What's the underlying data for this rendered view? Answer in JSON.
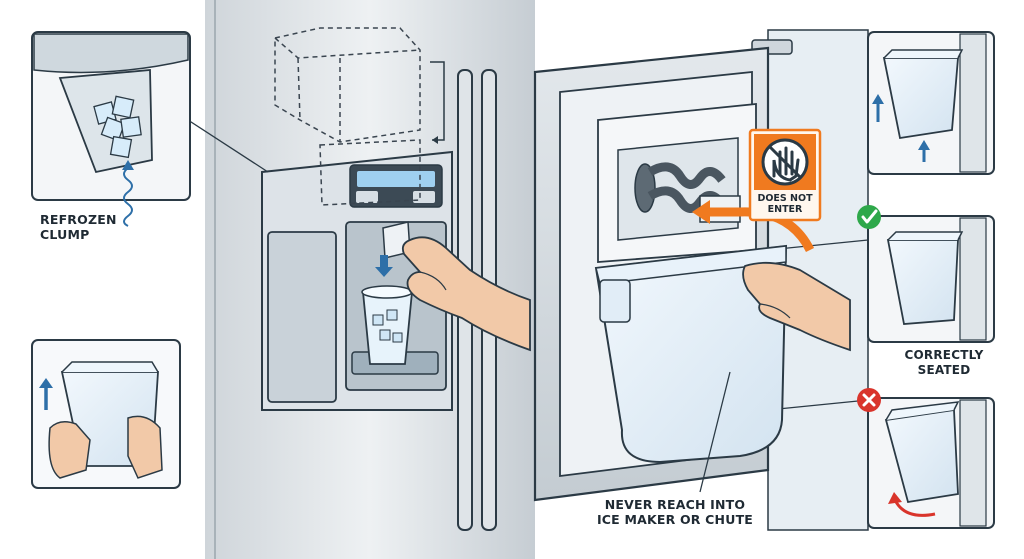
{
  "labels": {
    "refrozen_clump": [
      "REFROZEN",
      "CLUMP"
    ],
    "correctly_seated": [
      "CORRECTLY",
      "SEATED"
    ],
    "never_reach": [
      "NEVER REACH INTO",
      "ICE MAKER OR CHUTE"
    ],
    "sign": [
      "DOES NOT",
      "ENTER"
    ]
  },
  "status_marks": {
    "correct": "check-icon",
    "incorrect": "x-icon"
  },
  "colors": {
    "outline": "#2b3a45",
    "steel_light": "#e9edf0",
    "steel_mid": "#c9d0d6",
    "interior": "#dfe8ef",
    "bin_blue": "#e4f0fa",
    "arrow_blue": "#2d6fa8",
    "warning_orange": "#f07a1f",
    "check_green": "#2ea84a",
    "x_red": "#d9342b",
    "skin": "#f2c9a8"
  }
}
